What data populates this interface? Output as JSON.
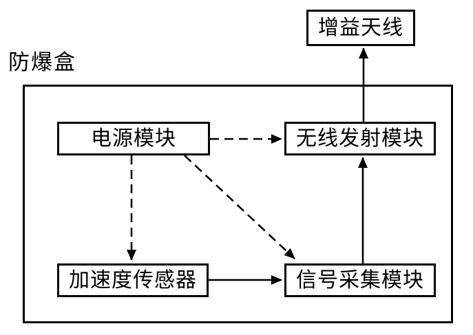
{
  "diagram": {
    "container_label": "防爆盒",
    "nodes": {
      "antenna": {
        "label": "增益天线"
      },
      "power": {
        "label": "电源模块"
      },
      "wireless": {
        "label": "无线发射模块"
      },
      "accel": {
        "label": "加速度传感器"
      },
      "signal": {
        "label": "信号采集模块"
      }
    },
    "edges": [
      {
        "from": "power",
        "to": "wireless",
        "style": "dashed",
        "direction": "right"
      },
      {
        "from": "power",
        "to": "accel",
        "style": "dashed",
        "direction": "down"
      },
      {
        "from": "power",
        "to": "signal",
        "style": "dashed",
        "direction": "down-right"
      },
      {
        "from": "accel",
        "to": "signal",
        "style": "solid",
        "direction": "right"
      },
      {
        "from": "signal",
        "to": "wireless",
        "style": "solid",
        "direction": "up"
      },
      {
        "from": "wireless",
        "to": "antenna",
        "style": "solid",
        "direction": "up"
      }
    ],
    "colors": {
      "line": "#000000",
      "background": "#ffffff"
    }
  }
}
